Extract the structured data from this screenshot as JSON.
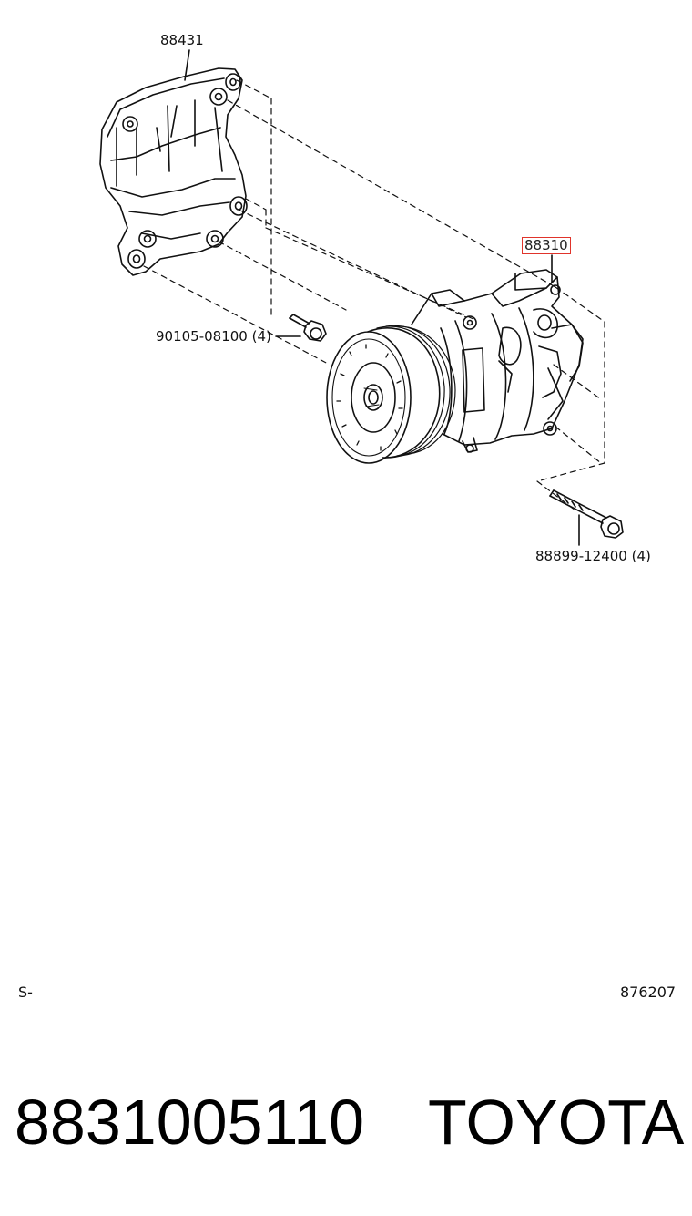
{
  "callouts": {
    "bracket": "88431",
    "compressor": "88310",
    "bolt_small": "90105-08100 (4)",
    "bolt_long": "88899-12400 (4)"
  },
  "highlight_color": "#e0342b",
  "footer": {
    "left_code": "S-",
    "right_code": "876207",
    "part_number": "8831005110",
    "brand": "TOYOTA"
  }
}
